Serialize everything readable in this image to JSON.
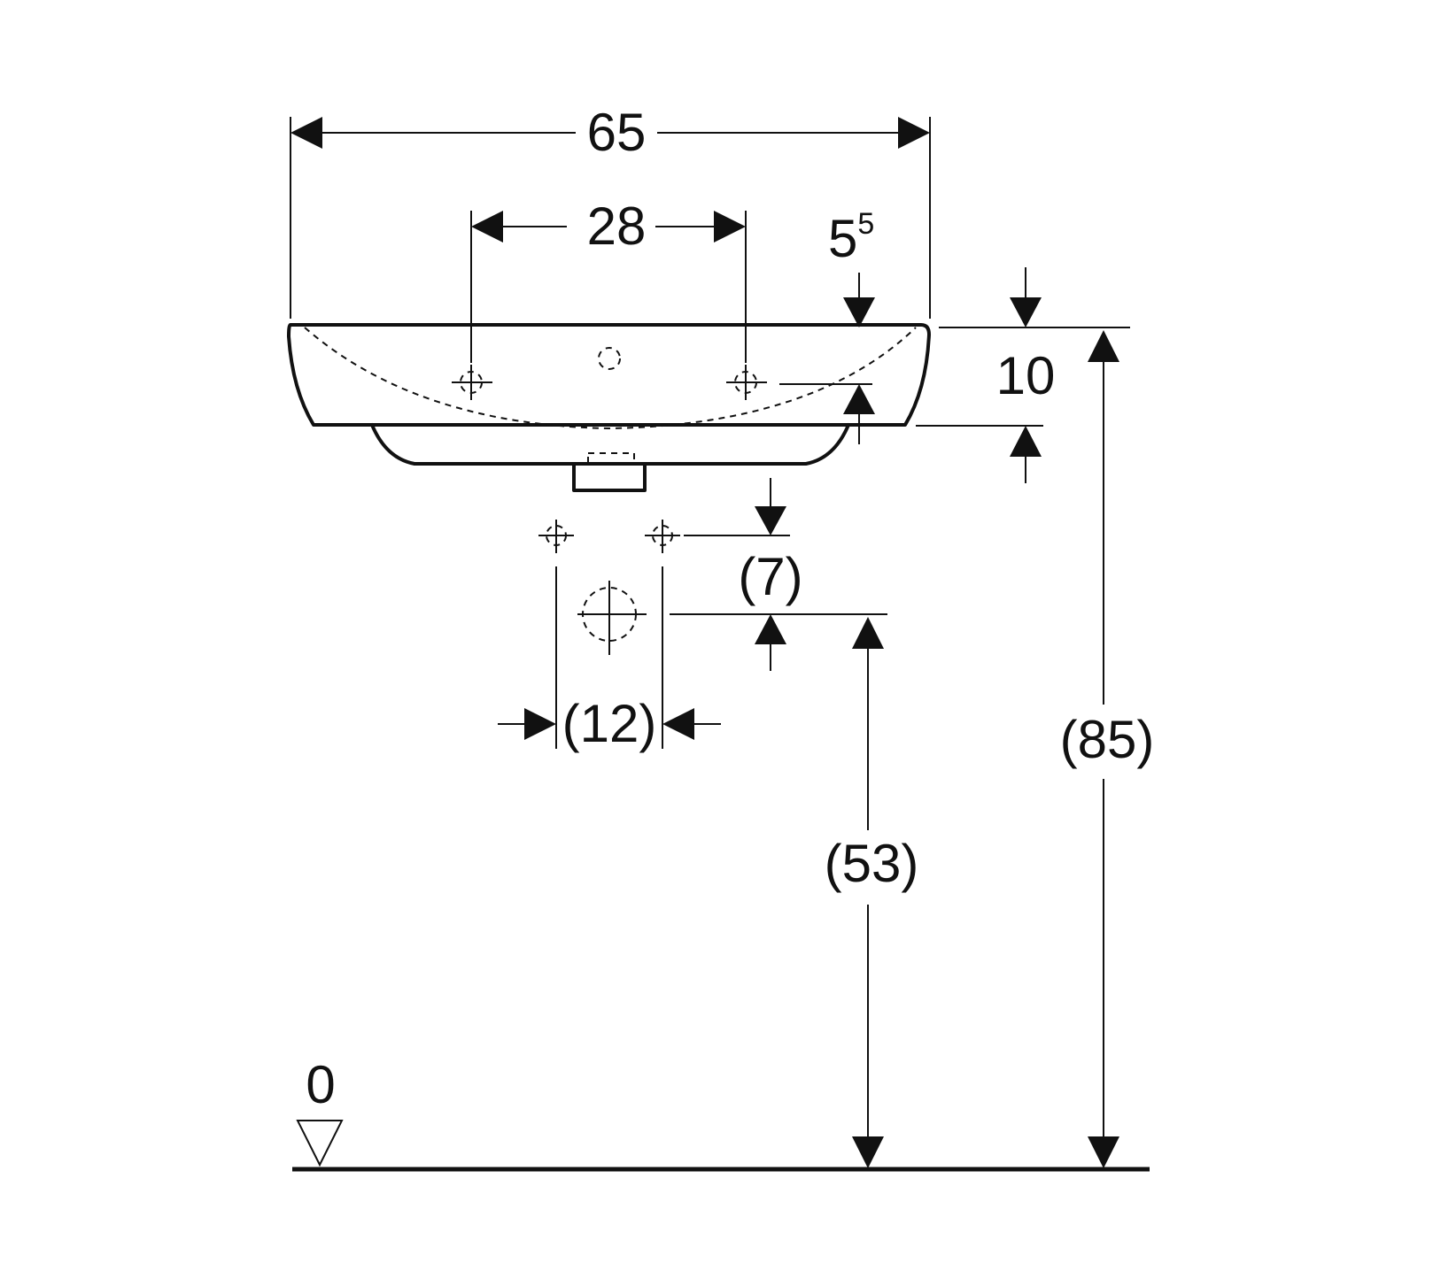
{
  "dimensions": {
    "overall_width": "65",
    "tap_hole_spacing": "28",
    "rim_offset_base": "5",
    "rim_offset_sup": "5",
    "basin_height": "10",
    "supply_offset": "(7)",
    "supply_spacing": "(12)",
    "drain_height": "(53)",
    "rim_height": "(85)",
    "floor_level": "0"
  }
}
